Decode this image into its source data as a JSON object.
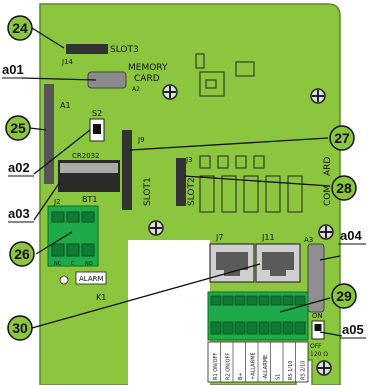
{
  "colors": {
    "pcb": "#8cc63f",
    "pcb_edge": "#5a8a2a",
    "callout_fill": "#8cc63f",
    "callout_stroke": "#111111",
    "terminal_green": "#1faa4a",
    "connector_grey": "#9a9a9a"
  },
  "silkscreen": {
    "j14": "J14",
    "slot3": "SLOT3",
    "memory": "MEMORY",
    "card": "CARD",
    "a1": "A1",
    "a2": "A2",
    "s2": "S2",
    "cr2032": "CR2032",
    "bt1": "BT1",
    "j9": "J9",
    "slot1": "SLOT1",
    "j3": "J3",
    "slot2": "SLOT2",
    "com": "COM",
    "ard": "ARD",
    "j2": "J2",
    "alarm": "ALARM",
    "nc": "NC",
    "c": "C",
    "no": "NO",
    "k1": "K1",
    "j7": "J7",
    "j11": "J11",
    "a3": "A3",
    "on": "ON",
    "off": "OFF",
    "ohm": "120 Ω",
    "terminal_labels": [
      "R1 ON/OFF",
      "R2 ON/OFF",
      "B+",
      "+ALLARME",
      "-ALLARME",
      "S1",
      "RS 1/10",
      "RS 2/10"
    ]
  },
  "callouts": {
    "c24": "24",
    "c25": "25",
    "c26": "26",
    "c27": "27",
    "c28": "28",
    "c29": "29",
    "c30": "30"
  },
  "refs": {
    "a01": "a01",
    "a02": "a02",
    "a03": "a03",
    "a04": "a04",
    "a05": "a05"
  }
}
